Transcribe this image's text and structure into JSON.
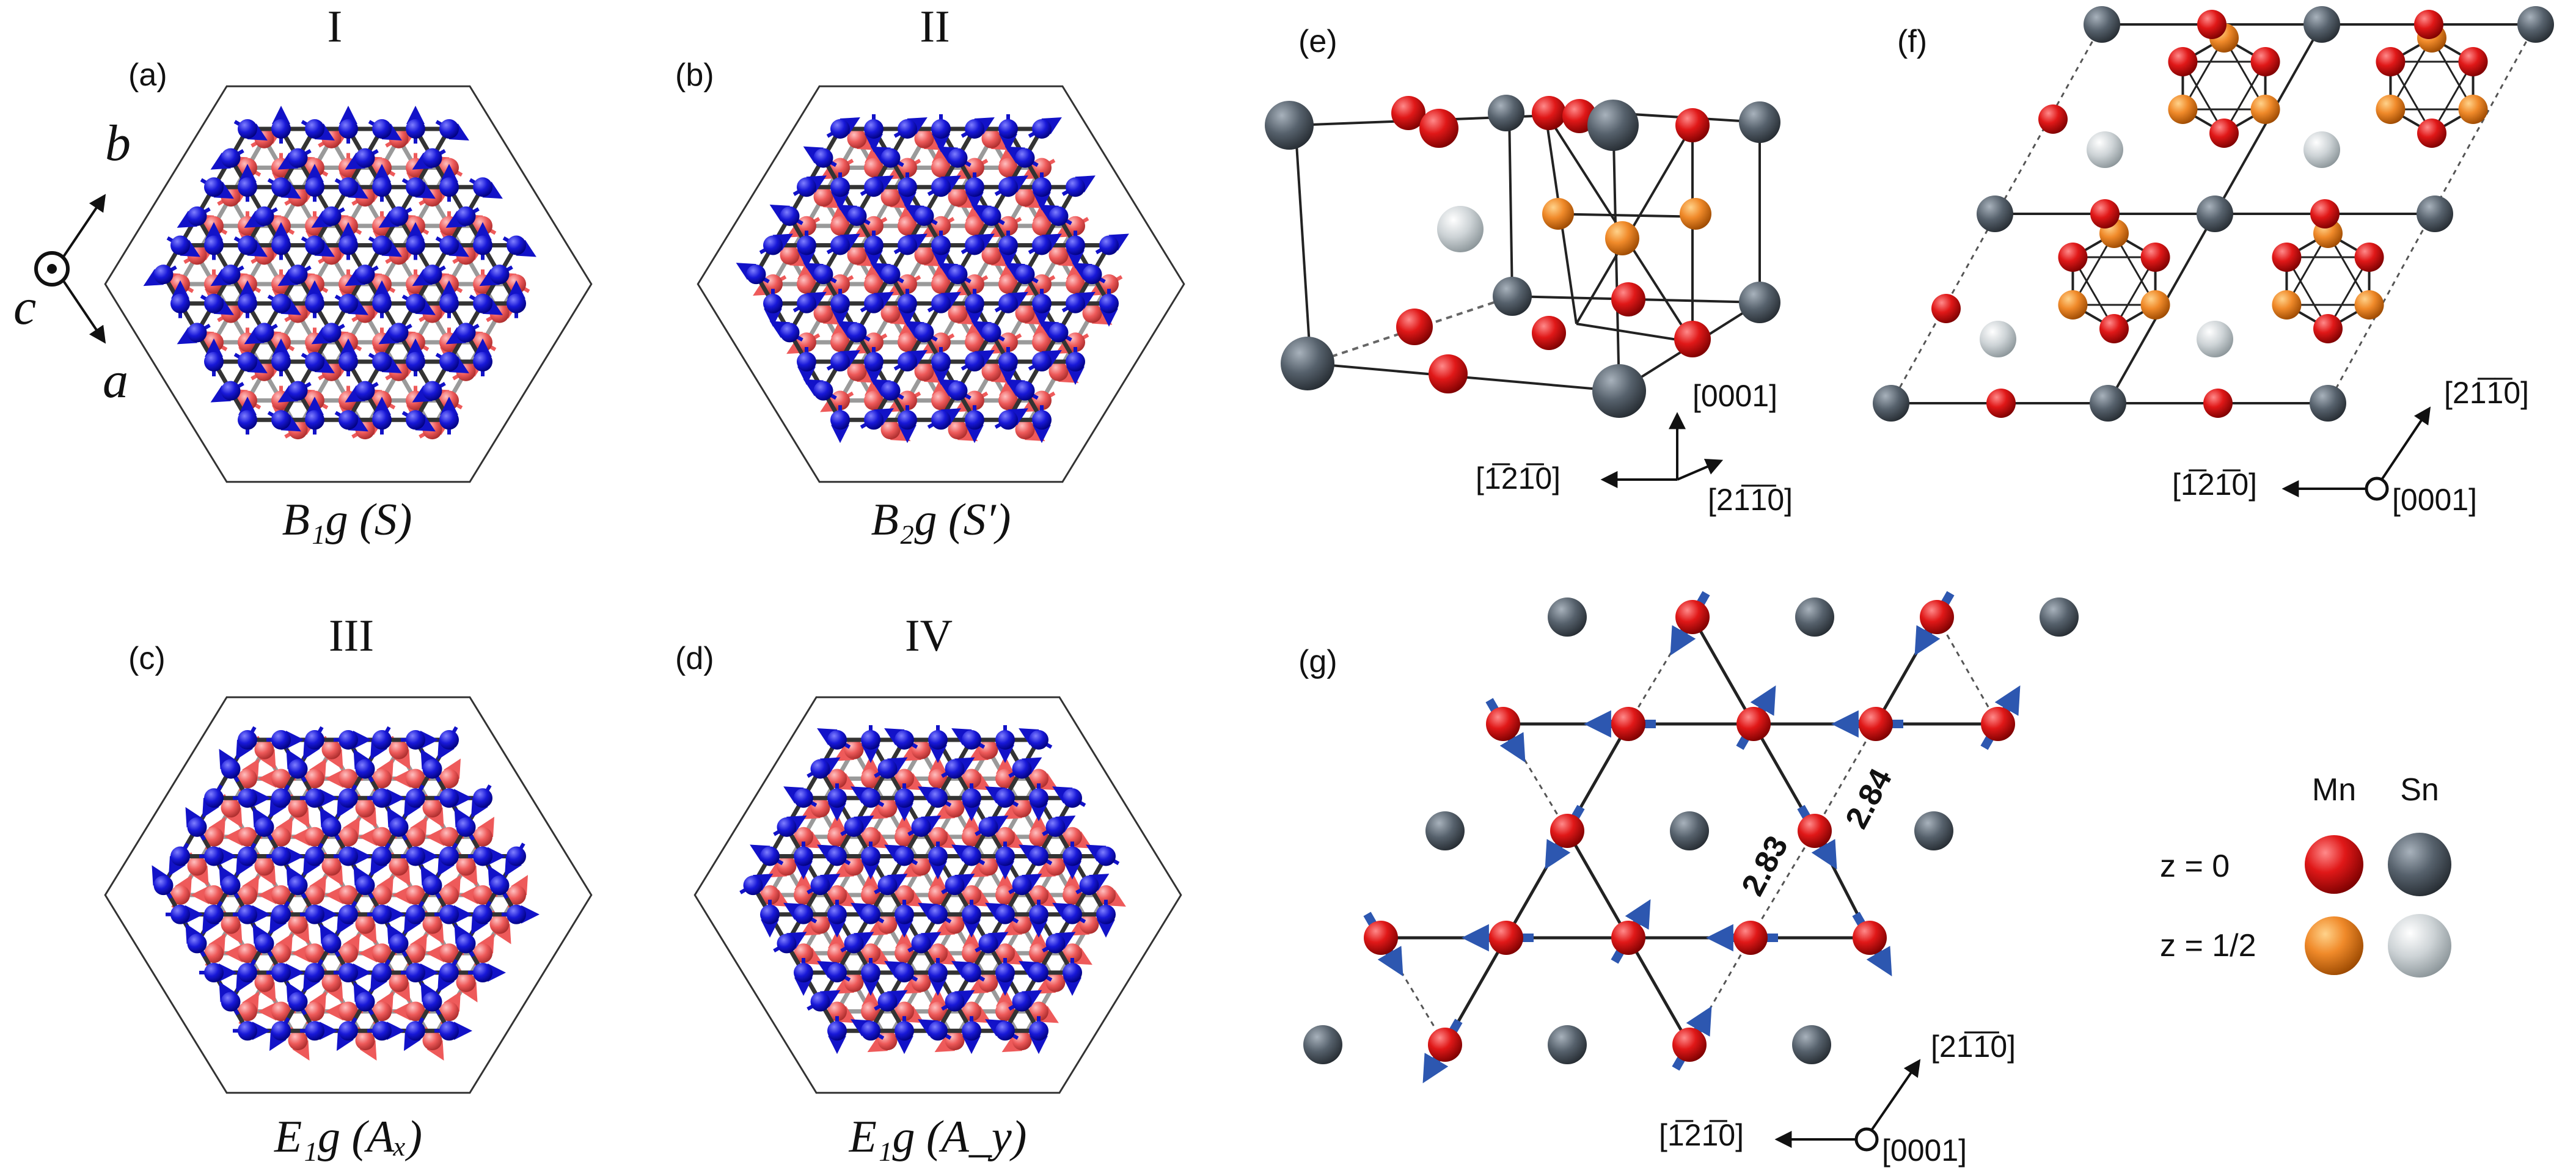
{
  "axes_abc": {
    "a": "a",
    "b": "b",
    "c": "c"
  },
  "panels": {
    "a": {
      "label": "(a)",
      "title": "I",
      "irrep": "B₁g (S)"
    },
    "b": {
      "label": "(b)",
      "title": "II",
      "irrep": "B₂g (S′)"
    },
    "c": {
      "label": "(c)",
      "title": "III",
      "irrep": "E₁g (Aₓ)"
    },
    "d": {
      "label": "(d)",
      "title": "IV",
      "irrep": "E₁g (A_y)"
    },
    "e": {
      "label": "(e)",
      "dirs": {
        "up": "[0001]",
        "left": "[1̅21̅0]",
        "right": "[21̅1̅0]"
      }
    },
    "f": {
      "label": "(f)",
      "dirs": {
        "center": "[0001]",
        "left": "[1̅21̅0]",
        "right": "[21̅1̅0]"
      }
    },
    "g": {
      "label": "(g)",
      "distances": [
        "2.83",
        "2.84"
      ],
      "dirs": {
        "center": "[0001]",
        "left": "[1̅21̅0]",
        "right": "[21̅1̅0]"
      }
    }
  },
  "legend": {
    "mn": "Mn",
    "sn": "Sn",
    "z0": "z = 0",
    "zhalf": "z = 1/2"
  },
  "colors": {
    "mn_z0": "#e01818",
    "mn_zhalf": "#f08a2a",
    "sn_z0": "#56616c",
    "sn_zhalf": "#cdd3d6",
    "spin_layer_1": "#1818d8",
    "spin_layer_2": "#ee5a5a",
    "moment_arrow": "#2d57b0"
  }
}
